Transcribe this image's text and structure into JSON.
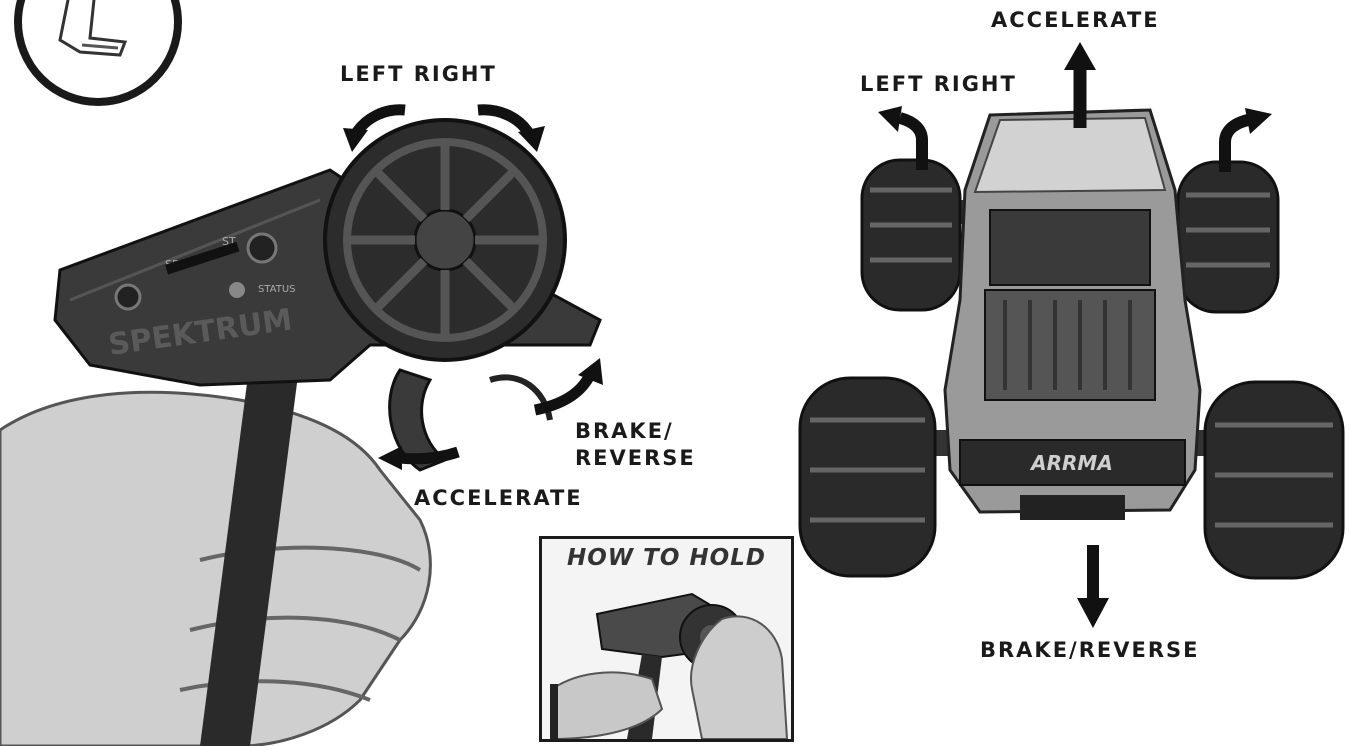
{
  "left_panel": {
    "steering_label": "LEFT RIGHT",
    "brake_label": "BRAKE/\nREVERSE",
    "accelerate_label": "ACCELERATE",
    "transmitter_markings": {
      "brand": "SPEKTRUM",
      "status": "STATUS",
      "sr": "SR",
      "st": "ST"
    }
  },
  "right_panel": {
    "accelerate_label": "ACCELERATE",
    "steering_label": "LEFT RIGHT",
    "brake_label": "BRAKE/REVERSE",
    "truck_brand": "ARRMA"
  },
  "inset": {
    "title": "HOW TO HOLD"
  },
  "colors": {
    "ink": "#1a1a1a",
    "arrow": "#111111",
    "background": "#ffffff"
  }
}
